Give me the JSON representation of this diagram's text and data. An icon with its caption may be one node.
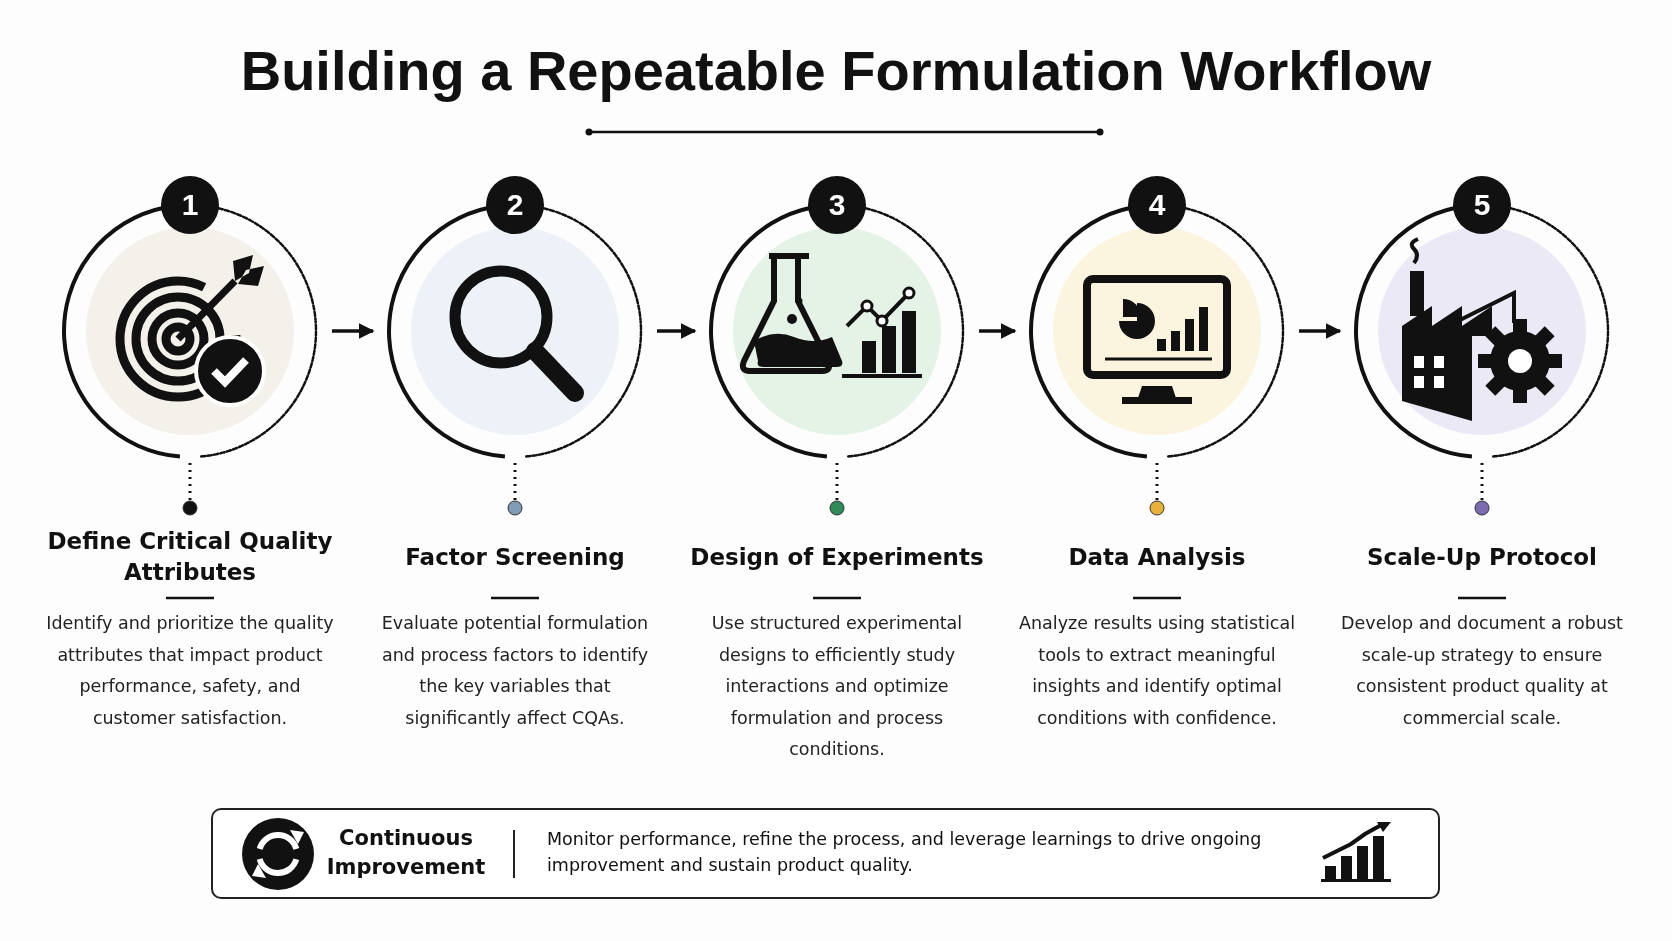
{
  "diagram": {
    "title": "Building a Repeatable Formulation Workflow",
    "nodes": [
      {
        "text": [
          "1"
        ],
        "beside": [
          "Define Critical Quality Attributes",
          "Identify and prioritize the quality attributes that impact product performance, safety, and customer satisfaction."
        ]
      },
      {
        "text": [
          "2"
        ],
        "beside": [
          "Factor Screening",
          "Evaluate potential formulation and process factors to identify the key variables that significantly affect CQAs."
        ]
      },
      {
        "text": [
          "3"
        ],
        "beside": [
          "Design of Experiments",
          "Use structured experimental designs to efficiently study interactions and optimize formulation and process conditions."
        ]
      },
      {
        "text": [
          "4"
        ],
        "beside": [
          "Data Analysis",
          "Analyze results using statistical tools to extract meaningful insights and identify optimal conditions with confidence."
        ]
      },
      {
        "text": [
          "5"
        ],
        "beside": [
          "Scale-Up Protocol",
          "Develop and document a robust scale-up strategy to ensure consistent product quality at commercial scale."
        ]
      },
      {
        "text": [
          "Continuous Improvement",
          "Monitor performance, refine the process, and leverage learnings to drive ongoing improvement and sustain product quality."
        ]
      }
    ],
    "edges": [
      {
        "from": 0,
        "to": 1,
        "arrow": "to"
      },
      {
        "from": 1,
        "to": 2,
        "arrow": "to"
      },
      {
        "from": 2,
        "to": 3,
        "arrow": "to"
      },
      {
        "from": 3,
        "to": 4,
        "arrow": "to"
      }
    ]
  }
}
